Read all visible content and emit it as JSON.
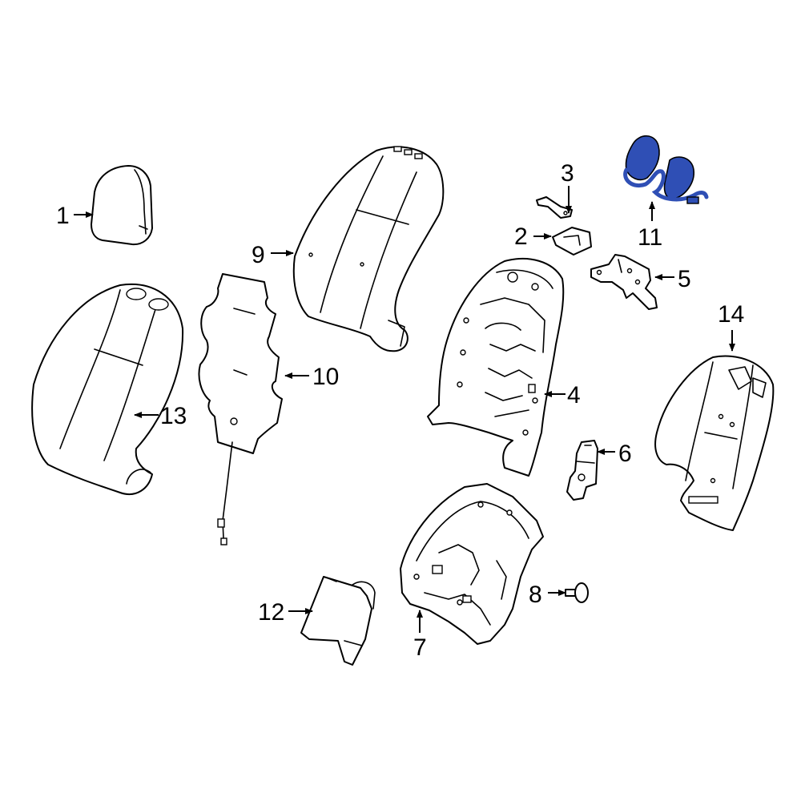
{
  "diagram": {
    "highlight_color": "#2f4fb5",
    "callouts": [
      {
        "id": "1",
        "label": "1"
      },
      {
        "id": "2",
        "label": "2"
      },
      {
        "id": "3",
        "label": "3"
      },
      {
        "id": "4",
        "label": "4"
      },
      {
        "id": "5",
        "label": "5"
      },
      {
        "id": "6",
        "label": "6"
      },
      {
        "id": "7",
        "label": "7"
      },
      {
        "id": "8",
        "label": "8"
      },
      {
        "id": "9",
        "label": "9"
      },
      {
        "id": "10",
        "label": "10"
      },
      {
        "id": "11",
        "label": "11"
      },
      {
        "id": "12",
        "label": "12"
      },
      {
        "id": "13",
        "label": "13"
      },
      {
        "id": "14",
        "label": "14"
      }
    ]
  }
}
